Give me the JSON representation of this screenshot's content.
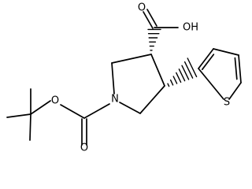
{
  "molecule": {
    "atom_labels": {
      "acid_oxygen_double": "O",
      "acid_hydroxyl": "OH",
      "ring_nitrogen": "N",
      "carbamate_ester_oxygen": "O",
      "carbamate_carbonyl_oxygen": "O",
      "thiophene_sulfur": "S"
    }
  }
}
